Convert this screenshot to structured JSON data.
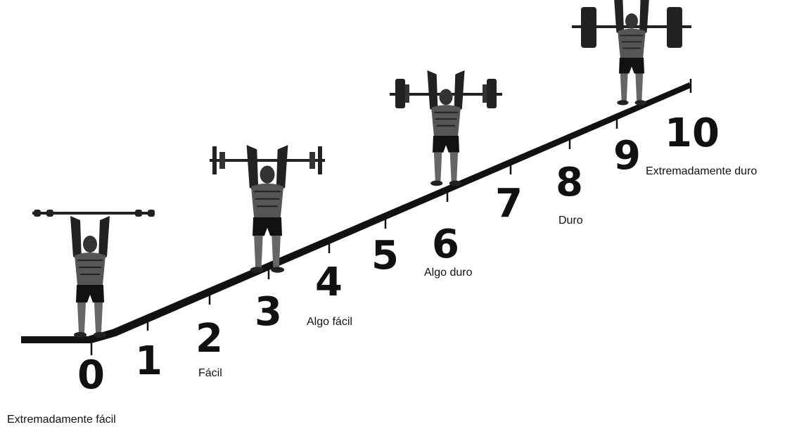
{
  "scale": {
    "numbers": [
      "0",
      "1",
      "2",
      "3",
      "4",
      "5",
      "6",
      "7",
      "8",
      "9",
      "10"
    ],
    "labels": {
      "l0": "Extremadamente fácil",
      "l2": "Fácil",
      "l4": "Algo fácil",
      "l6": "Algo duro",
      "l8": "Duro",
      "l10": "Extremadamente duro"
    }
  },
  "colors": {
    "ink": "#111111",
    "background": "#ffffff"
  },
  "figures": [
    "weightlifter-icon-light",
    "weightlifter-icon-medium",
    "weightlifter-icon-heavy",
    "weightlifter-icon-max"
  ]
}
